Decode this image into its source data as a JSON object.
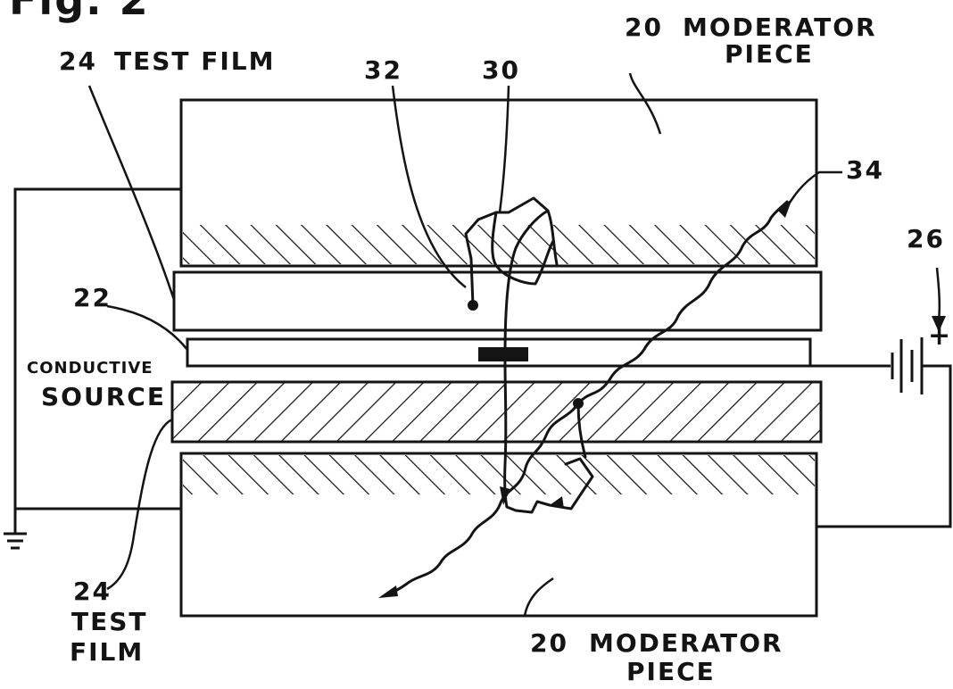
{
  "figure_label": "Fig. 2",
  "labels": {
    "top_moderator": {
      "number": "20",
      "line1": "MODERATOR",
      "line2": "PIECE"
    },
    "bottom_moderator": {
      "number": "20",
      "line1": "MODERATOR",
      "line2": "PIECE"
    },
    "top_test_film": {
      "number": "24",
      "text": "TEST FILM"
    },
    "bottom_test_film": {
      "number": "24",
      "line1": "TEST",
      "line2": "FILM"
    },
    "conductive_source": {
      "line1": "CONDUCTIVE",
      "line2": "SOURCE"
    },
    "ref_22": "22",
    "ref_26": "26",
    "ref_30": "30",
    "ref_32": "32",
    "ref_34": "34",
    "battery_plus": "+"
  },
  "colors": {
    "ink": "#141414",
    "paper": "#ffffff"
  },
  "icons": {
    "ground": "ground-symbol-icon",
    "battery": "battery-icon",
    "arrow": "arrowhead-icon"
  }
}
